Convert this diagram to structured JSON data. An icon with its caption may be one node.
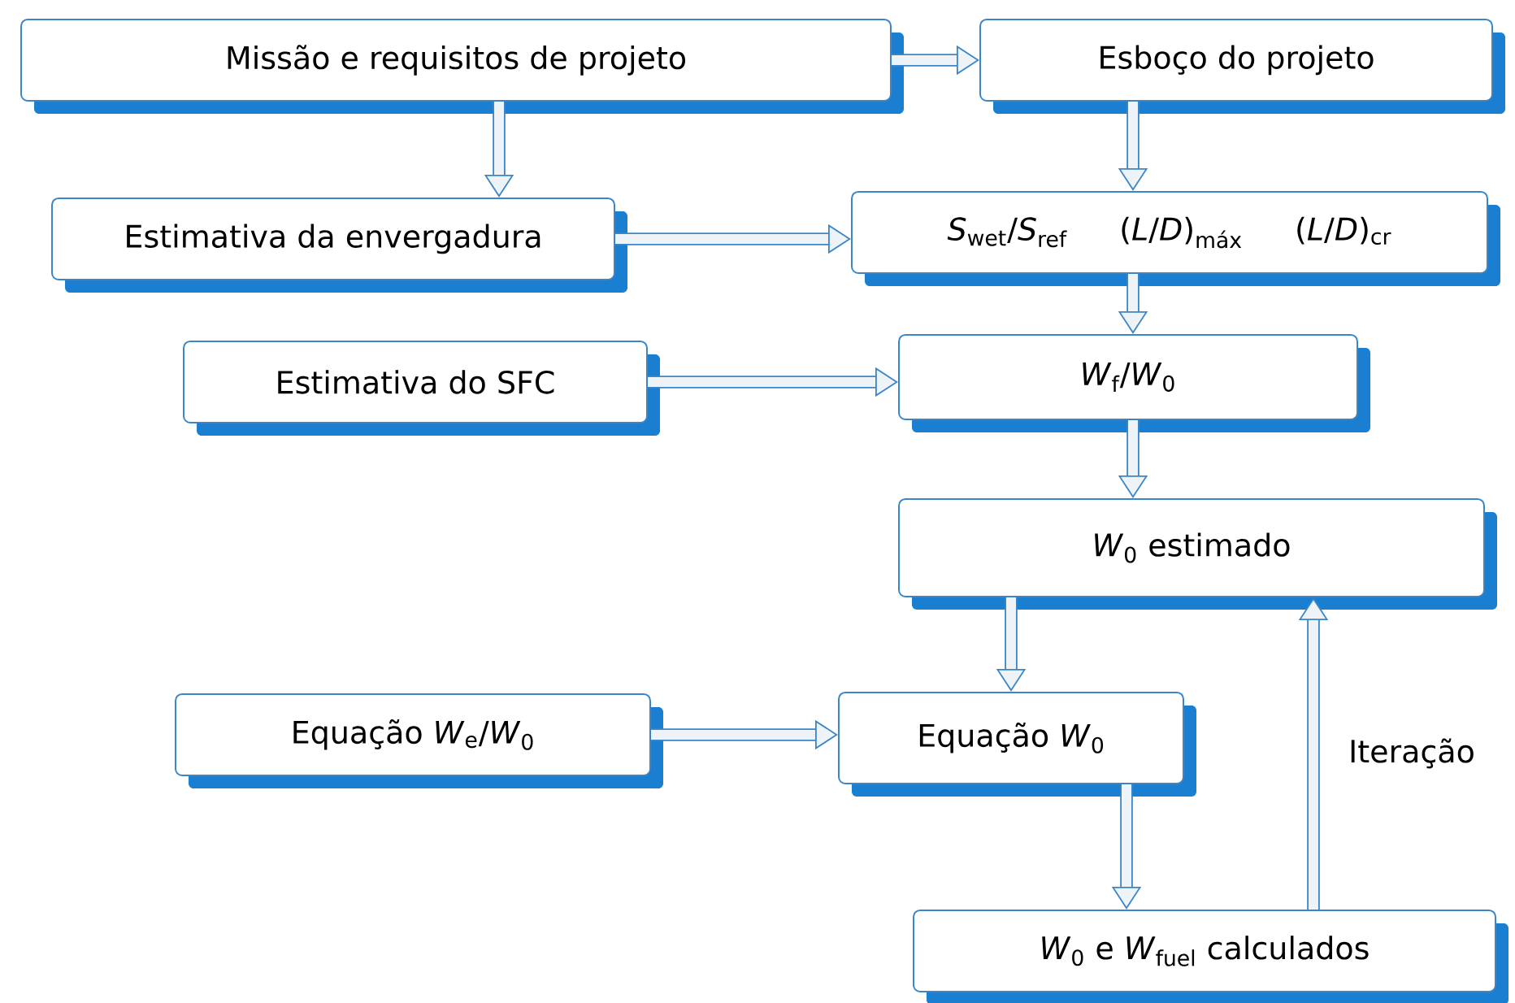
{
  "diagram": {
    "nodes": [
      {
        "text": [
          "Missão e requisitos de projeto"
        ]
      },
      {
        "text": [
          "Esboço do projeto"
        ]
      },
      {
        "text": [
          "Estimativa da envergadura"
        ]
      },
      {
        "text": [
          "*S*$_{wet}$/*S*$_{ref}$",
          "(*L*/*D*)$_{máx}$",
          "(*L*/*D*)$_{cr}$"
        ]
      },
      {
        "text": [
          "Estimativa do SFC"
        ]
      },
      {
        "text": [
          "*W*$_{f}$/*W*$_{0}$"
        ]
      },
      {
        "text": [
          "*W*$_{0}$ estimado"
        ]
      },
      {
        "text": [
          "Equação *W*$_{e}$/*W*$_{0}$"
        ]
      },
      {
        "text": [
          "Equação *W*$_{0}$"
        ]
      },
      {
        "text": [
          "*W*$_{0}$ e *W*$_{fuel}$ calculados"
        ]
      }
    ],
    "edges": [
      {
        "from": 0,
        "to": 1,
        "arrow": "to"
      },
      {
        "from": 0,
        "to": 2,
        "arrow": "to"
      },
      {
        "from": 1,
        "to": 3,
        "arrow": "to"
      },
      {
        "from": 2,
        "to": 3,
        "arrow": "to"
      },
      {
        "from": 3,
        "to": 5,
        "arrow": "to"
      },
      {
        "from": 4,
        "to": 5,
        "arrow": "to"
      },
      {
        "from": 5,
        "to": 6,
        "arrow": "to"
      },
      {
        "from": 6,
        "to": 8,
        "arrow": "to"
      },
      {
        "from": 7,
        "to": 8,
        "arrow": "to"
      },
      {
        "from": 8,
        "to": 9,
        "arrow": "to"
      },
      {
        "from": 9,
        "to": 6,
        "arrow": "to",
        "label": "Iteração"
      }
    ]
  }
}
